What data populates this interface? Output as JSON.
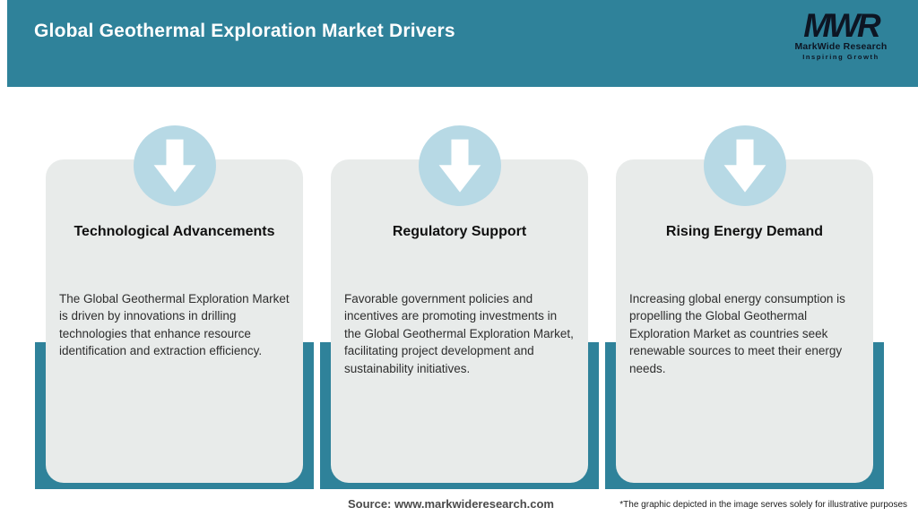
{
  "header": {
    "title": "Global Geothermal Exploration Market Drivers",
    "logo": {
      "monogram": "MWR",
      "name": "MarkWide Research",
      "tagline": "Inspiring Growth"
    }
  },
  "drivers": [
    {
      "icon": "down-arrow-icon",
      "heading": "Technological Advancements",
      "description": "The Global Geothermal Exploration Market is driven by innovations in drilling technologies that enhance resource identification and extraction efficiency."
    },
    {
      "icon": "down-arrow-icon",
      "heading": "Regulatory Support",
      "description": "Favorable government policies and incentives are promoting investments in the Global Geothermal Exploration Market, facilitating project development and sustainability initiatives."
    },
    {
      "icon": "down-arrow-icon",
      "heading": "Rising Energy Demand",
      "description": "Increasing global energy consumption is propelling the Global Geothermal Exploration Market as countries seek renewable sources to meet their energy needs."
    }
  ],
  "footer": {
    "source": "Source: www.markwideresearch.com",
    "disclaimer": "*The graphic depicted in the image serves solely for illustrative purposes"
  },
  "colors": {
    "teal": "#2F829A",
    "circle_blue": "#B7D9E5",
    "card_gray": "#E8EBEA"
  }
}
